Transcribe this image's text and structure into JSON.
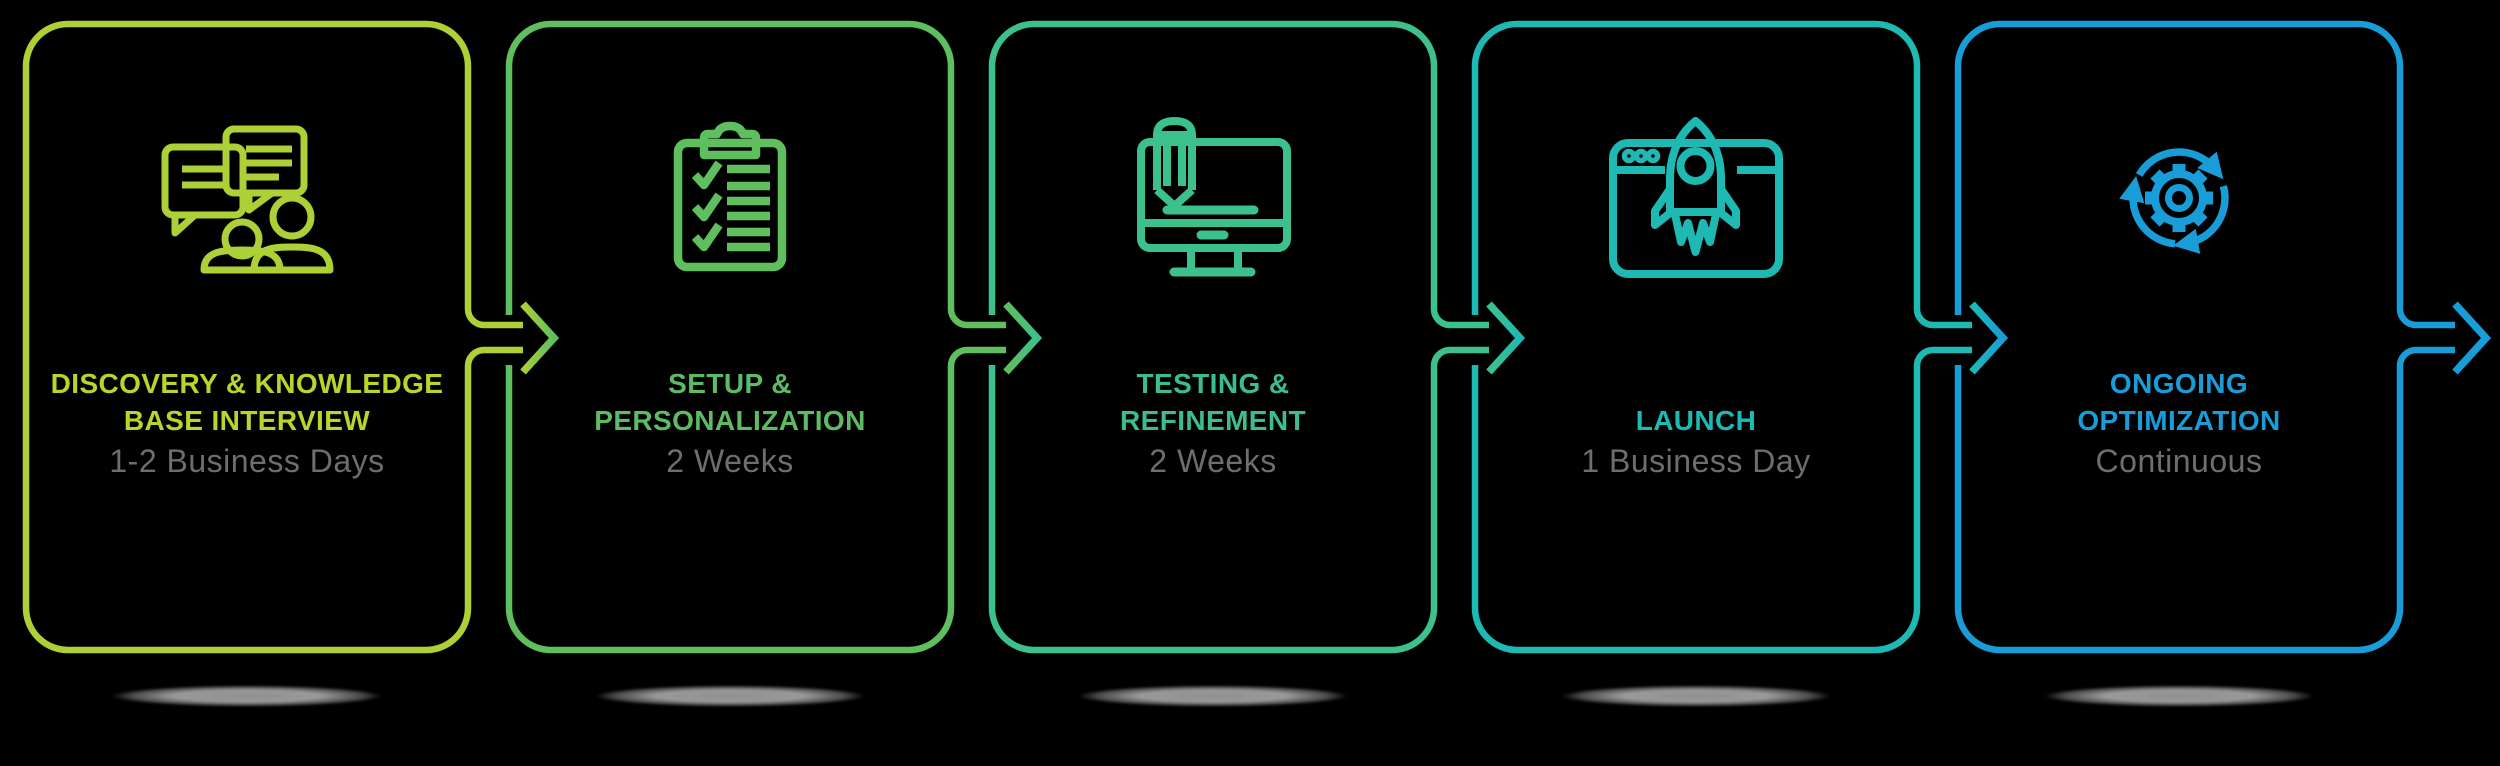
{
  "diagram": {
    "background_color": "#000000",
    "duration_text_color": "#6d6e71",
    "shadow_color": "#c8c8c8",
    "steps": [
      {
        "name": "discovery-knowledge-base-interview",
        "title_line1": "DISCOVERY & KNOWLEDGE",
        "title_line2": "BASE INTERVIEW",
        "duration": "1-2 Business Days",
        "color": "#acd036",
        "title_color": "#b9d52c",
        "icon": "chat-interview-icon"
      },
      {
        "name": "setup-personalization",
        "title_line1": "SETUP &",
        "title_line2": "PERSONALIZATION",
        "duration": "2 Weeks",
        "color": "#5fbe5d",
        "title_color": "#5dbc63",
        "icon": "clipboard-checklist-icon"
      },
      {
        "name": "testing-refinement",
        "title_line1": "TESTING &",
        "title_line2": "REFINEMENT",
        "duration": "2 Weeks",
        "color": "#3cc18d",
        "title_color": "#3bbd8d",
        "icon": "monitor-pencil-icon"
      },
      {
        "name": "launch",
        "title_line1": "",
        "title_line2": "LAUNCH",
        "duration": "1 Business Day",
        "color": "#1fb9b4",
        "title_color": "#1db9b2",
        "icon": "rocket-launch-icon"
      },
      {
        "name": "ongoing-optimization",
        "title_line1": "ONGOING",
        "title_line2": "OPTIMIZATION",
        "duration": "Continuous",
        "color": "#199dd9",
        "title_color": "#189dd9",
        "icon": "gear-cycle-icon"
      }
    ]
  }
}
